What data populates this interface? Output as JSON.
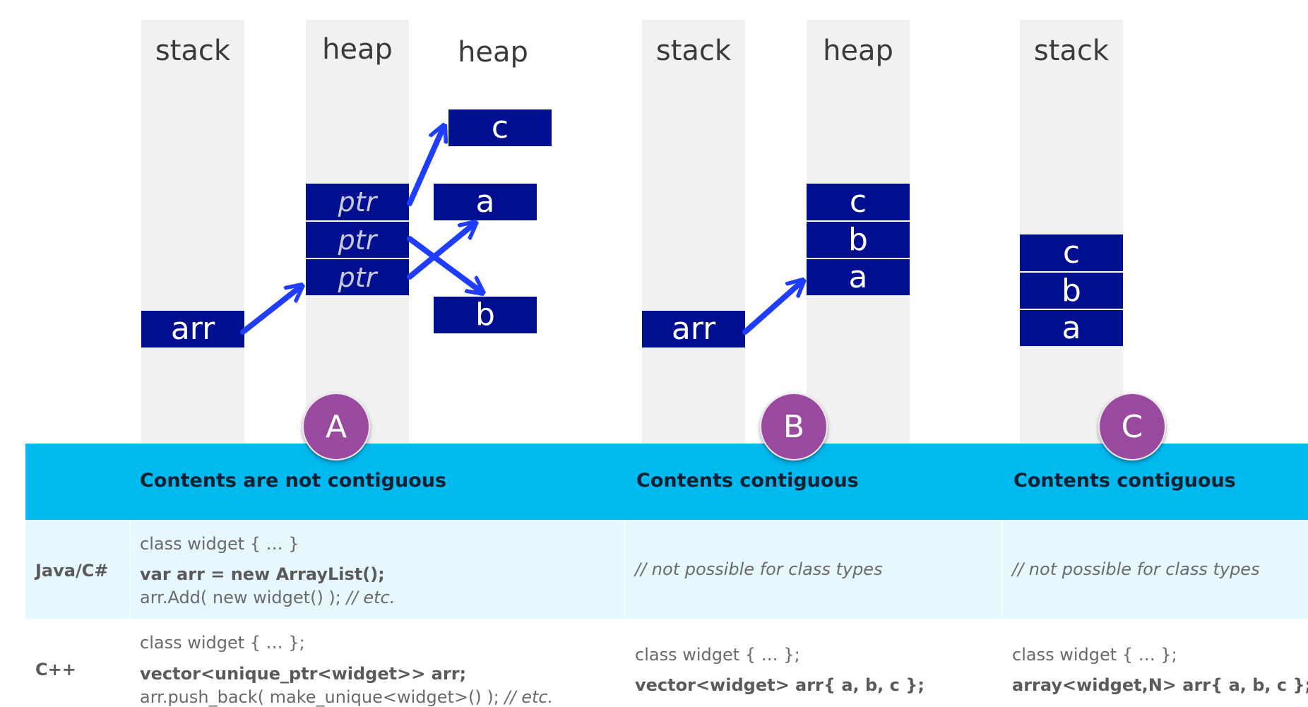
{
  "diagram": {
    "columns": {
      "a_stack_label": "stack",
      "a_heap1_label": "heap",
      "a_heap2_label": "heap",
      "b_stack_label": "stack",
      "b_heap_label": "heap",
      "c_stack_label": "stack"
    },
    "cells": {
      "a_arr": "arr",
      "a_ptr1": "ptr",
      "a_ptr2": "ptr",
      "a_ptr3": "ptr",
      "a_c": "c",
      "a_a": "a",
      "a_b": "b",
      "b_arr": "arr",
      "b_c": "c",
      "b_b": "b",
      "b_a": "a",
      "c_c": "c",
      "c_b": "b",
      "c_a": "a"
    },
    "badges": {
      "a": "A",
      "b": "B",
      "c": "C"
    },
    "colors": {
      "cell": "#000f8f",
      "arrow": "#1f3dff",
      "badge": "#9a4a9e",
      "header_band": "#00b9ef",
      "java_band": "#e6f7fd",
      "column": "#f1f1f1"
    }
  },
  "table": {
    "headers": {
      "a": "Contents are not contiguous",
      "b": "Contents contiguous",
      "c": "Contents contiguous"
    },
    "java": {
      "lang": "Java/C#",
      "a_line1": "class widget { … }",
      "a_line2": "var arr = new ArrayList();",
      "a_line3_code": "arr.Add( new widget() );  ",
      "a_line3_comment": "// etc.",
      "b": "// not possible for class types",
      "c": "// not possible for class types"
    },
    "cpp": {
      "lang": "C++",
      "a_line1": "class widget { … };",
      "a_line2": "vector<unique_ptr<widget>> arr;",
      "a_line3_code": "arr.push_back( make_unique<widget>() );  ",
      "a_line3_comment": "// etc.",
      "b_line1": "class widget { … };",
      "b_line2": "vector<widget> arr{ a, b, c };",
      "c_line1": "class widget { … };",
      "c_line2": "array<widget,N> arr{ a, b, c };"
    }
  }
}
